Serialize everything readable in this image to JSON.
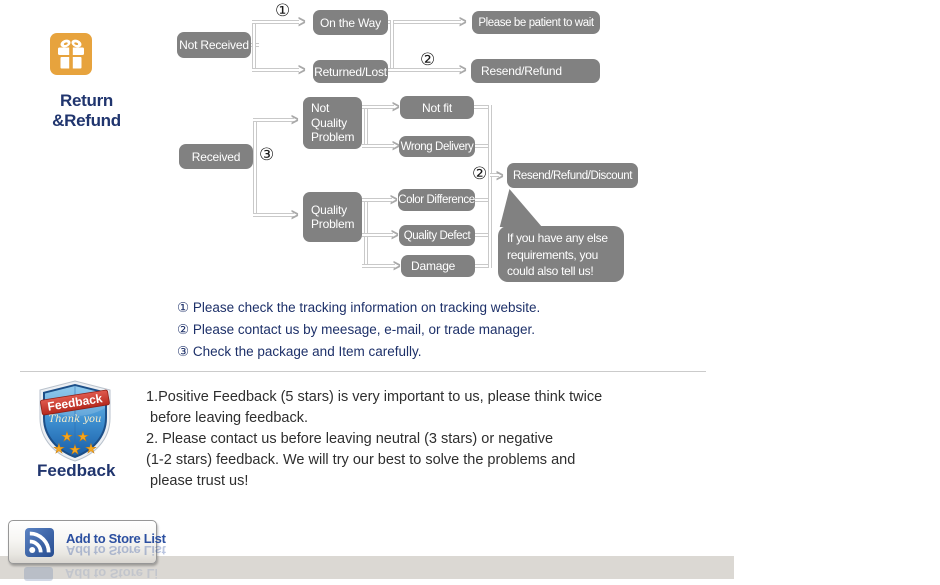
{
  "header": {
    "title": "Return &Refund"
  },
  "flow": {
    "arrow_glyph": ">",
    "boxes": {
      "not_received": "Not Received",
      "on_the_way": "On the Way",
      "please_wait": "Please be patient to wait",
      "returned_lost": "Returned/Lost",
      "resend_refund": "Resend/Refund",
      "received": "Received",
      "not_quality_problem": "Not Quality Problem",
      "not_fit": "Not fit",
      "wrong_delivery": "Wrong Delivery",
      "resend_refund_discount": "Resend/Refund/Discount",
      "quality_problem": "Quality Problem",
      "color_difference": "Color Difference",
      "quality_defect": "Quality Defect",
      "damage": "Damage"
    },
    "bubble": "If you have any else requirements, you could also tell us!",
    "markers": {
      "one": "①",
      "two": "②",
      "three": "③"
    },
    "notes": [
      "① Please check the tracking information on tracking website.",
      "② Please contact us by meesage, e-mail, or trade manager.",
      "③ Check the package and Item carefully."
    ]
  },
  "feedback": {
    "label": "Feedback",
    "badge": {
      "ribbon": "Feedback",
      "script": "Thank you",
      "star": "★"
    },
    "lines": [
      "1.Positive Feedback (5 stars) is very important to us, please think twice",
      " before leaving feedback.",
      "2. Please contact us before leaving neutral (3 stars) or negative",
      "(1-2 stars) feedback. We will try our best to solve the problems and",
      " please trust us!"
    ]
  },
  "store": {
    "button_label": "Add to Store List"
  },
  "colors": {
    "box_gray": "#818181",
    "navy": "#20356e",
    "icon_orange": "#e7a33d",
    "line_gray": "#c9c9c9",
    "button_blue": "#2b4fa0",
    "bar_gray": "#dbd8d3"
  }
}
